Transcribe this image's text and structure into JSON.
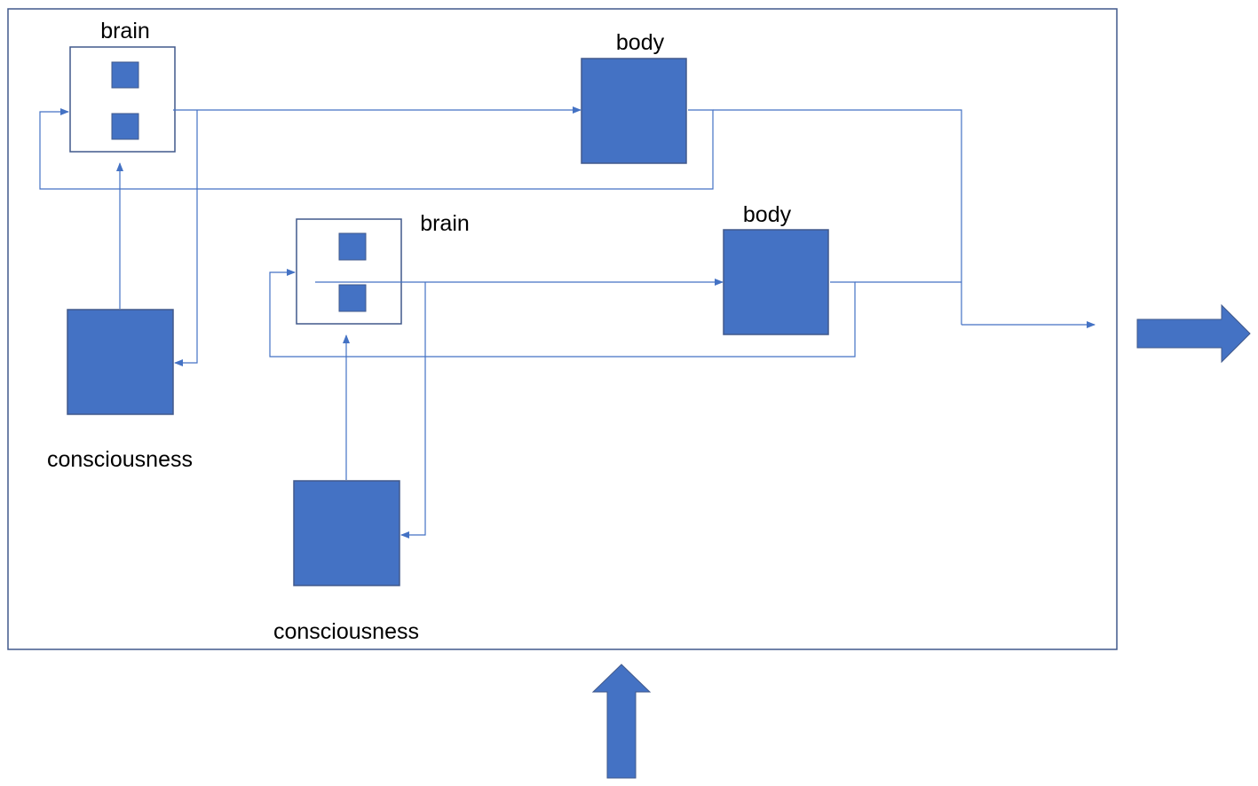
{
  "colors": {
    "block_fill": "#4472C4",
    "line": "#4472C4",
    "frame": "#41598B",
    "text": "#000000",
    "background": "#FFFFFF"
  },
  "labels": {
    "brain_top": "brain",
    "body_top": "body",
    "consciousness_top": "consciousness",
    "brain_bottom": "brain",
    "body_bottom": "body",
    "consciousness_bottom": "consciousness"
  },
  "icons": {
    "right_arrow": "block-arrow-right-icon",
    "up_arrow": "block-arrow-up-icon"
  }
}
